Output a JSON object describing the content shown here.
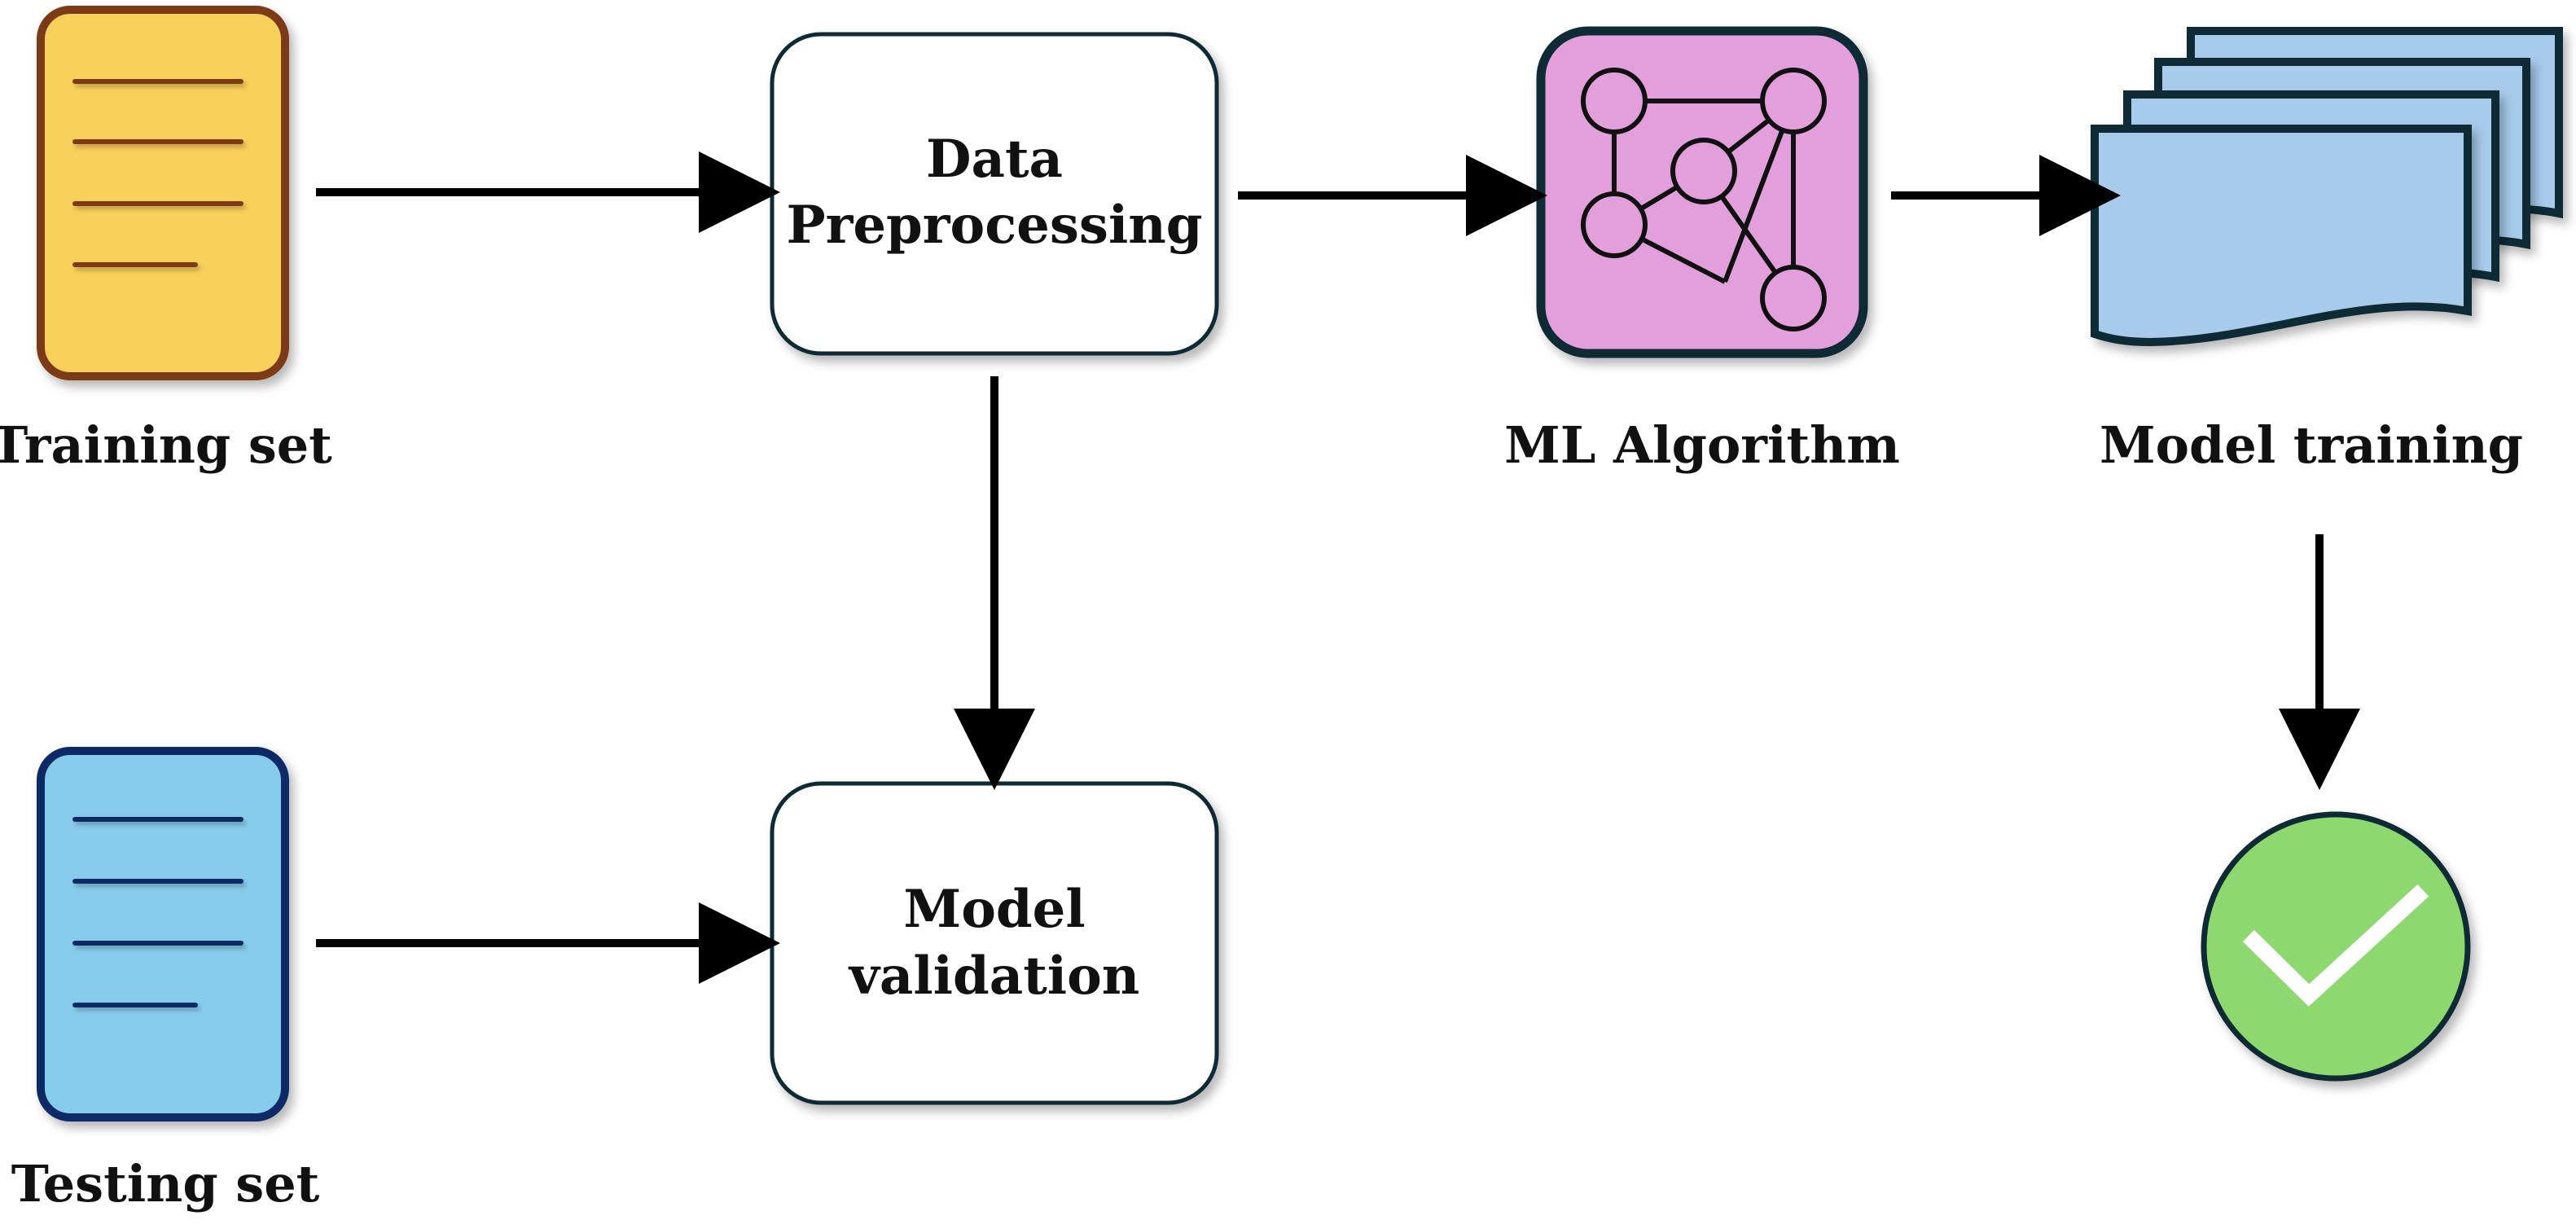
{
  "nodes": {
    "training_set": {
      "label": "Training set"
    },
    "testing_set": {
      "label": "Testing set"
    },
    "data_preprocessing": {
      "line1": "Data",
      "line2": "Preprocessing"
    },
    "model_validation": {
      "line1": "Model",
      "line2": "validation"
    },
    "ml_algorithm": {
      "label": "ML Algorithm"
    },
    "model_training": {
      "label": "Model training"
    }
  },
  "icons": {
    "training_set": "document-icon",
    "testing_set": "document-icon",
    "ml_algorithm": "network-graph-icon",
    "model_training": "stacked-documents-icon",
    "result": "checkmark-icon"
  },
  "colors": {
    "training_fill": "#F9D05A",
    "training_border": "#7B3A12",
    "testing_fill": "#87CDEB",
    "testing_border": "#0E2A66",
    "ml_fill": "#E39FDC",
    "dark_border": "#0E2A36",
    "doc_stack_fill": "#A8CBEC",
    "check_fill": "#8ED86F",
    "arrow": "#000000"
  }
}
